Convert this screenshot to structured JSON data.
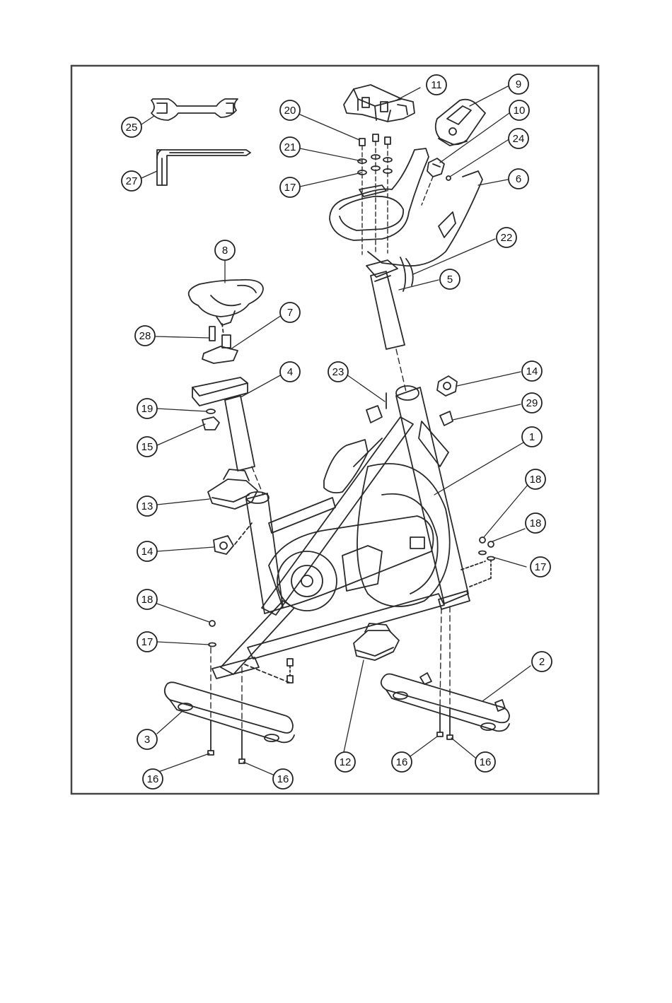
{
  "diagram": {
    "part_numbers": [
      "1",
      "2",
      "3",
      "4",
      "5",
      "6",
      "7",
      "8",
      "9",
      "10",
      "11",
      "12",
      "13",
      "14",
      "15",
      "16",
      "17",
      "18",
      "19",
      "20",
      "21",
      "22",
      "23",
      "24",
      "25",
      "27",
      "28",
      "29"
    ]
  },
  "callouts": [
    {
      "id": "c11",
      "label": "11"
    },
    {
      "id": "c9",
      "label": "9"
    },
    {
      "id": "c20",
      "label": "20"
    },
    {
      "id": "c10",
      "label": "10"
    },
    {
      "id": "c24",
      "label": "24"
    },
    {
      "id": "c21",
      "label": "21"
    },
    {
      "id": "c6",
      "label": "6"
    },
    {
      "id": "c17a",
      "label": "17"
    },
    {
      "id": "c25",
      "label": "25"
    },
    {
      "id": "c27",
      "label": "27"
    },
    {
      "id": "c22",
      "label": "22"
    },
    {
      "id": "c8",
      "label": "8"
    },
    {
      "id": "c5",
      "label": "5"
    },
    {
      "id": "c7",
      "label": "7"
    },
    {
      "id": "c28",
      "label": "28"
    },
    {
      "id": "c4",
      "label": "4"
    },
    {
      "id": "c23",
      "label": "23"
    },
    {
      "id": "c14a",
      "label": "14"
    },
    {
      "id": "c19",
      "label": "19"
    },
    {
      "id": "c29",
      "label": "29"
    },
    {
      "id": "c15",
      "label": "15"
    },
    {
      "id": "c1",
      "label": "1"
    },
    {
      "id": "c18a",
      "label": "18"
    },
    {
      "id": "c13",
      "label": "13"
    },
    {
      "id": "c18b",
      "label": "18"
    },
    {
      "id": "c14b",
      "label": "14"
    },
    {
      "id": "c17b",
      "label": "17"
    },
    {
      "id": "c18c",
      "label": "18"
    },
    {
      "id": "c17c",
      "label": "17"
    },
    {
      "id": "c2",
      "label": "2"
    },
    {
      "id": "c3",
      "label": "3"
    },
    {
      "id": "c12",
      "label": "12"
    },
    {
      "id": "c16a",
      "label": "16"
    },
    {
      "id": "c16b",
      "label": "16"
    },
    {
      "id": "c16c",
      "label": "16"
    },
    {
      "id": "c16d",
      "label": "16"
    }
  ]
}
